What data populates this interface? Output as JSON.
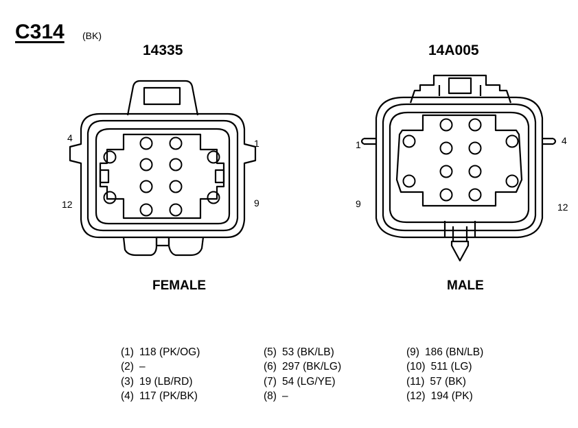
{
  "connector": {
    "id": "C314",
    "color": "(BK)"
  },
  "left_connector": {
    "part_number": "14335",
    "gender": "FEMALE",
    "labels": {
      "top_left": "4",
      "top_right": "1",
      "bottom_left": "12",
      "bottom_right": "9"
    }
  },
  "right_connector": {
    "part_number": "14A005",
    "gender": "MALE",
    "labels": {
      "top_left": "1",
      "top_right": "4",
      "bottom_left": "9",
      "bottom_right": "12"
    }
  },
  "pinout": [
    {
      "pin": "(1)",
      "value": "118 (PK/OG)"
    },
    {
      "pin": "(2)",
      "value": "–"
    },
    {
      "pin": "(3)",
      "value": "19 (LB/RD)"
    },
    {
      "pin": "(4)",
      "value": "117 (PK/BK)"
    },
    {
      "pin": "(5)",
      "value": "53 (BK/LB)"
    },
    {
      "pin": "(6)",
      "value": "297 (BK/LG)"
    },
    {
      "pin": "(7)",
      "value": "54 (LG/YE)"
    },
    {
      "pin": "(8)",
      "value": "–"
    },
    {
      "pin": "(9)",
      "value": "186 (BN/LB)"
    },
    {
      "pin": "(10)",
      "value": "511 (LG)"
    },
    {
      "pin": "(11)",
      "value": "57 (BK)"
    },
    {
      "pin": "(12)",
      "value": "194 (PK)"
    }
  ]
}
